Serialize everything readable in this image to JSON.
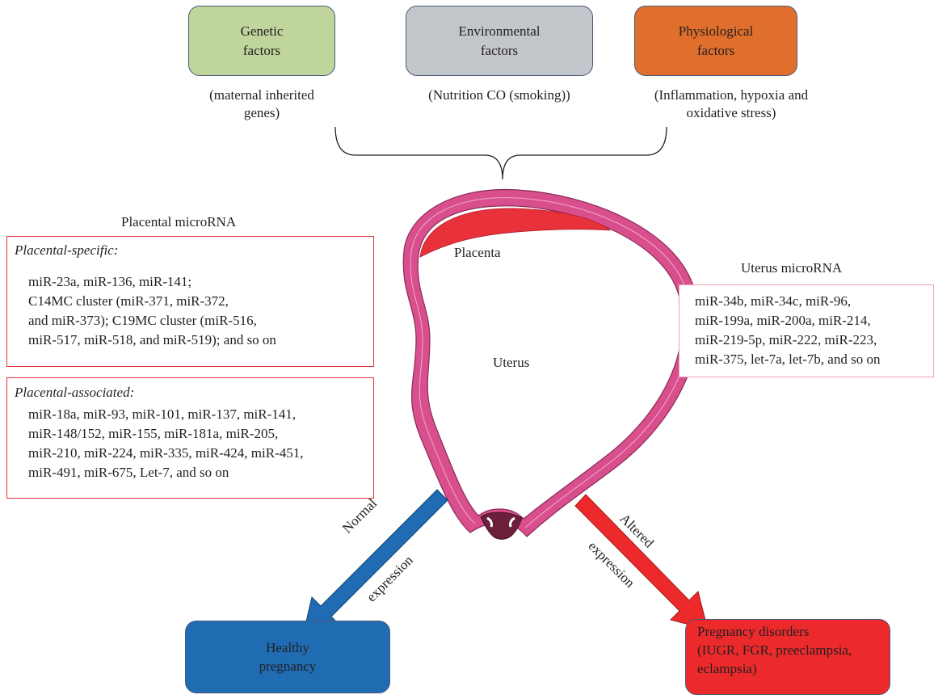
{
  "factors": [
    {
      "label": "Genetic\nfactors",
      "caption": "(maternal inherited\ngenes)",
      "color": "#c0d59c"
    },
    {
      "label": "Environmental\nfactors",
      "caption": "(Nutrition CO (smoking))",
      "color": "#c3c6ca"
    },
    {
      "label": "Physiological\nfactors",
      "caption": "(Inflammation, hypoxia and\noxidative stress)",
      "color": "#e06f2d"
    }
  ],
  "placental": {
    "title": "Placental microRNA",
    "specific_heading": "Placental-specific:",
    "specific_list": "miR-23a, miR-136, miR-141;\nC14MC cluster (miR-371, miR-372,\nand miR-373); C19MC cluster (miR-516,\nmiR-517, miR-518, and miR-519); and so on",
    "associated_heading": "Placental-associated:",
    "associated_list": "miR-18a, miR-93, miR-101, miR-137, miR-141,\nmiR-148/152, miR-155, miR-181a, miR-205,\nmiR-210, miR-224, miR-335, miR-424, miR-451,\nmiR-491, miR-675, Let-7, and so on"
  },
  "uterus_mirna": {
    "title": "Uterus microRNA",
    "list": "miR-34b, miR-34c, miR-96,\nmiR-199a, miR-200a, miR-214,\nmiR-219-5p, miR-222, miR-223,\nmiR-375, let-7a, let-7b, and so on"
  },
  "organ_labels": {
    "placenta": "Placenta",
    "uterus": "Uterus"
  },
  "arrows": {
    "normal_line1": "Normal",
    "normal_line2": "expression",
    "altered_line1": "Altered",
    "altered_line2": "expression"
  },
  "outcomes": {
    "healthy": {
      "label": "Healthy\npregnancy",
      "color": "#1f6cb3"
    },
    "disorders": {
      "label": "Pregnancy disorders\n(IUGR, FGR, preeclampsia,\neclampsia)",
      "color": "#ec2a2c"
    }
  },
  "colors": {
    "uterus_fill": "#d94f8e",
    "placenta_fill": "#e8313b",
    "normal_arrow": "#1f6cb3",
    "altered_arrow": "#ec2a2c",
    "box_border_red": "#e8303a",
    "box_border_pink": "#f0a0b8"
  }
}
